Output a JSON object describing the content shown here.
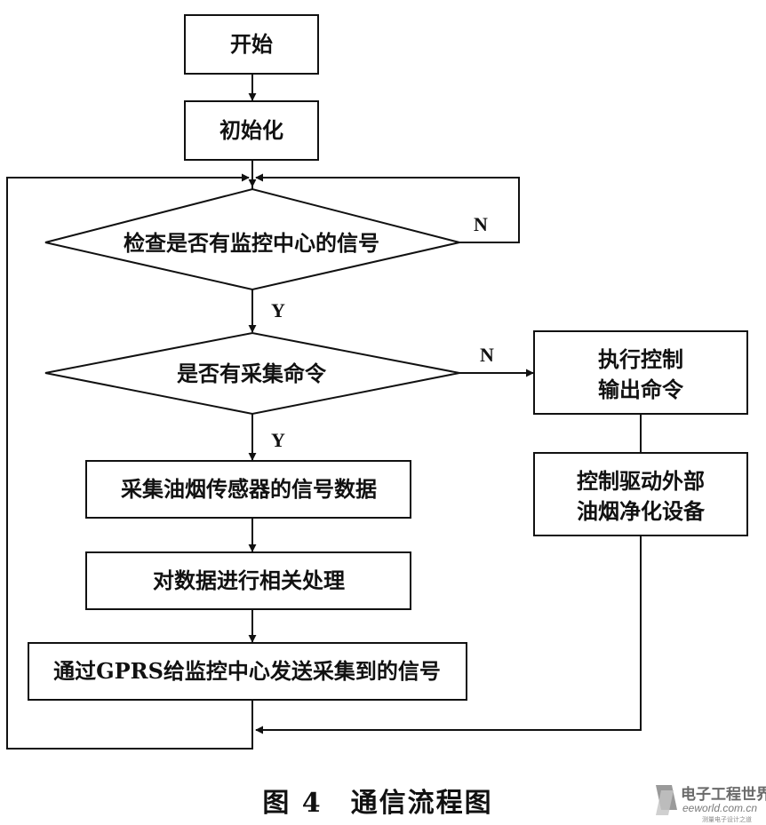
{
  "nodes": {
    "start": "开始",
    "init": "初始化",
    "check_signal": "检查是否有监控中心的信号",
    "check_command": "是否有采集命令",
    "collect": "采集油烟传感器的信号数据",
    "process": "对数据进行相关处理",
    "send": "通过GPRS给监控中心发送采集到的信号",
    "exec_line1": "执行控制",
    "exec_line2": "输出命令",
    "drive_line1": "控制驱动外部",
    "drive_line2": "油烟净化设备"
  },
  "labels": {
    "signal_no": "N",
    "signal_yes": "Y",
    "command_no": "N",
    "command_yes": "Y"
  },
  "caption": "图 4　通信流程图",
  "watermark": {
    "main": "电子工程世界",
    "url": "eeworld.com.cn",
    "sub": "测量电子设计之道"
  },
  "colors": {
    "stroke": "#111111",
    "background": "#ffffff"
  }
}
